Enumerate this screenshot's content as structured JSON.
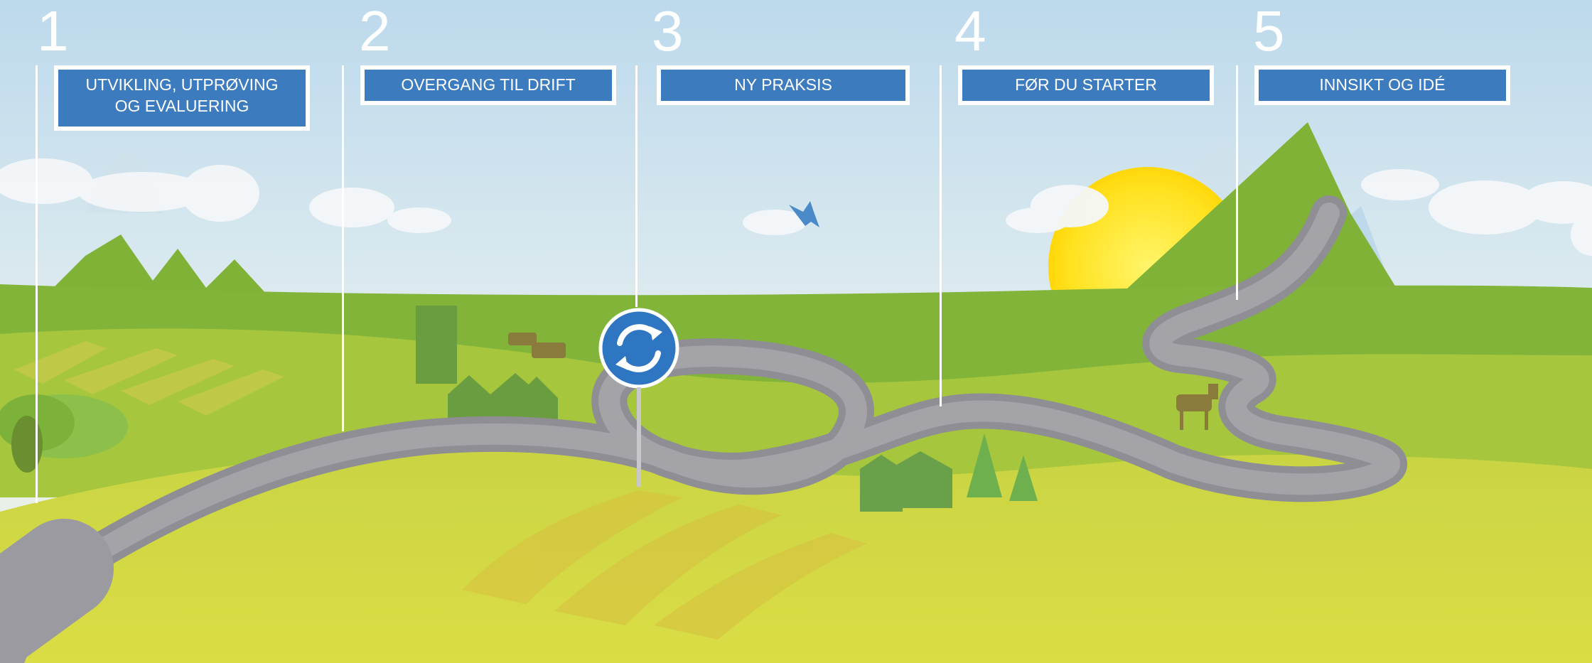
{
  "steps": [
    {
      "number": "1",
      "label": "UTVIKLING, UTPRØVING\nOG EVALUERING"
    },
    {
      "number": "2",
      "label": "OVERGANG TIL DRIFT"
    },
    {
      "number": "3",
      "label": "NY PRAKSIS"
    },
    {
      "number": "4",
      "label": "FØR DU STARTER"
    },
    {
      "number": "5",
      "label": "INNSIKT OG IDÉ"
    }
  ],
  "colors": {
    "label_background": "#3d7bbf",
    "sky": "#d6e6ee",
    "field": "#d8dc4a",
    "road": "#8e8e94",
    "sun": "#ffe22a"
  },
  "icons": {
    "roundabout": "roundabout-sign-icon",
    "bird": "bird-icon",
    "moose": "moose-icon",
    "cows": "cows-icon"
  }
}
